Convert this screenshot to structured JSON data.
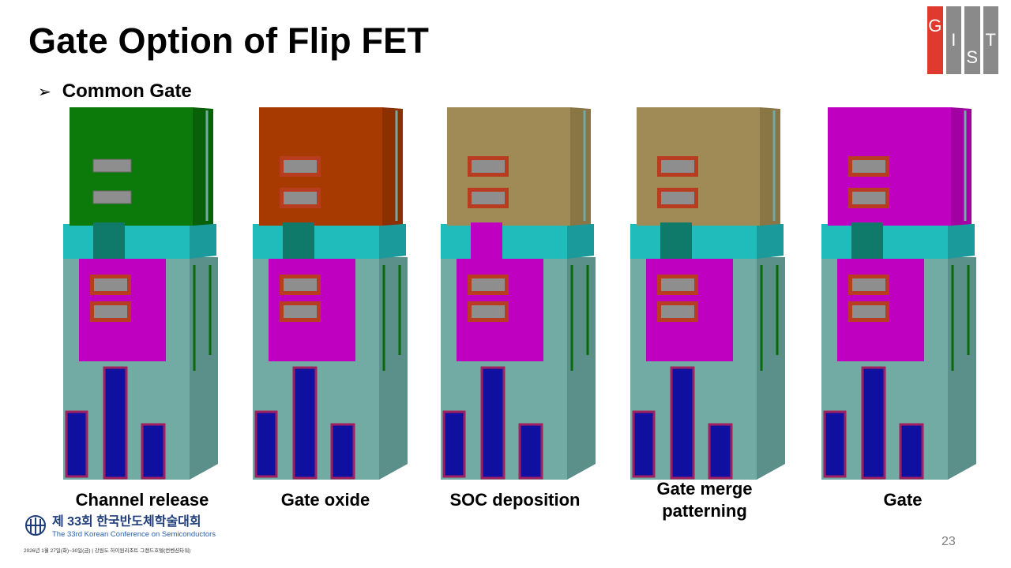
{
  "title": "Gate Option of Flip FET",
  "bullet": {
    "marker": "➢",
    "text": "Common Gate"
  },
  "logo": {
    "letters": [
      "G",
      "I",
      "S",
      "T"
    ],
    "colors": {
      "red": "#e03a2f",
      "gray": "#8a8a8a"
    }
  },
  "steps": [
    {
      "label": "Channel release",
      "top_gate_color": "#0b7a0b",
      "top_gate_shade": "#086008",
      "via_color": "#0f7a6a",
      "top_channel_style": "bare"
    },
    {
      "label": "Gate oxide",
      "top_gate_color": "#a63a00",
      "top_gate_shade": "#8c3000",
      "via_color": "#0f7a6a",
      "top_channel_style": "oxide"
    },
    {
      "label": "SOC deposition",
      "top_gate_color": "#a08a55",
      "top_gate_shade": "#8a7645",
      "via_color": "#c000c0",
      "top_channel_style": "oxide"
    },
    {
      "label": "Gate merge patterning",
      "label_lines": [
        "Gate merge",
        "patterning"
      ],
      "top_gate_color": "#a08a55",
      "top_gate_shade": "#8a7645",
      "via_color": "#0f7a6a",
      "top_channel_style": "oxide"
    },
    {
      "label": "Gate",
      "top_gate_color": "#c000c0",
      "top_gate_shade": "#a300a3",
      "via_color": "#0f7a6a",
      "top_channel_style": "oxide"
    }
  ],
  "colors": {
    "body": "#72aaa4",
    "body_side": "#5b8f8a",
    "spacer": "#20bcbc",
    "spacer_side": "#1a9a9a",
    "bottom_gate": "#c000c0",
    "oxide": "#b83c20",
    "channel": "#8e8e8e",
    "contact": "#1010a0",
    "contact_border": "#a02060"
  },
  "conference": {
    "name_ko": "제 33회 한국반도체학술대회",
    "name_en": "The 33rd Korean Conference on Semiconductors",
    "date": "2026년 1월 27일(화)~30일(금) | 강원도 하이원리조트 그랜드호텔(컨벤션타워)"
  },
  "page_number": "23"
}
